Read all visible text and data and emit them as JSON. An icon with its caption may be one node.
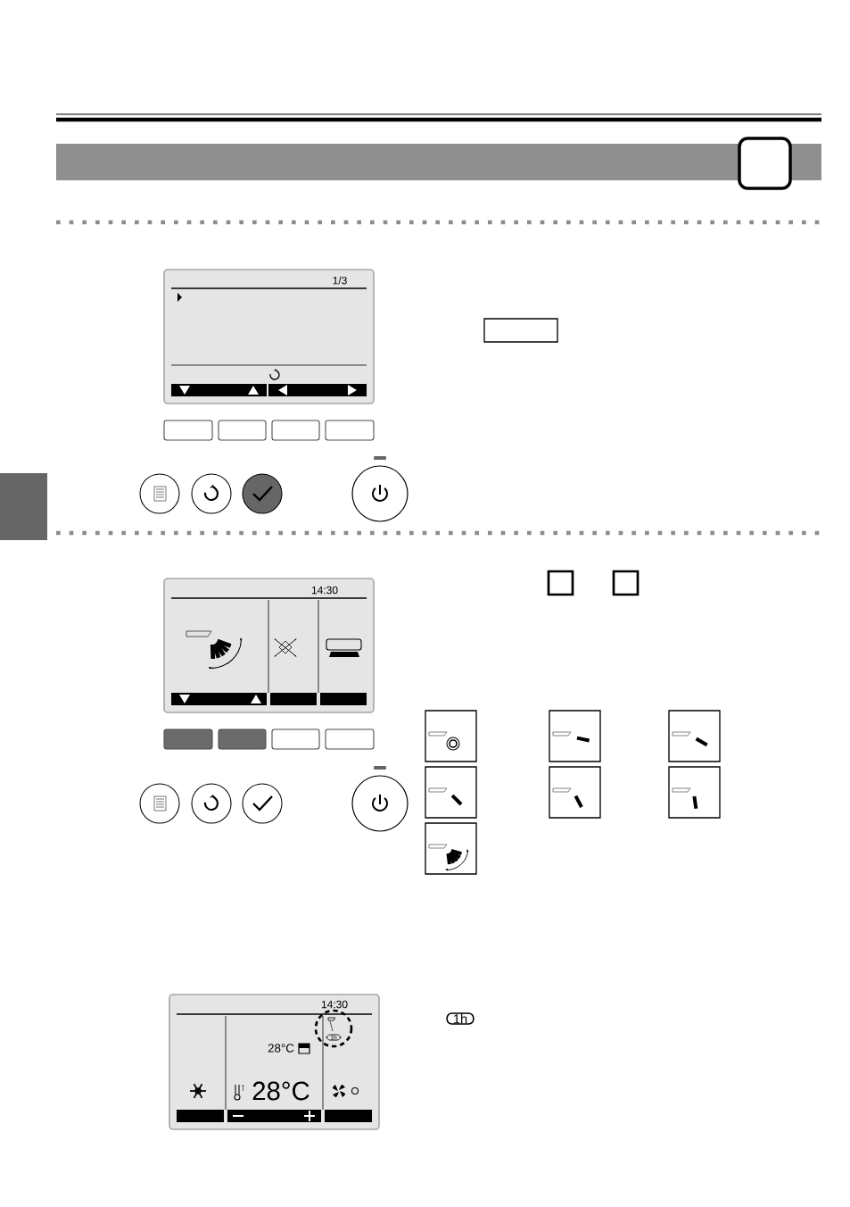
{
  "diagram": {
    "labels": [
      "1/3",
      "14:30",
      "14:30",
      "28°C",
      "28°C",
      "1h",
      "1h"
    ]
  }
}
